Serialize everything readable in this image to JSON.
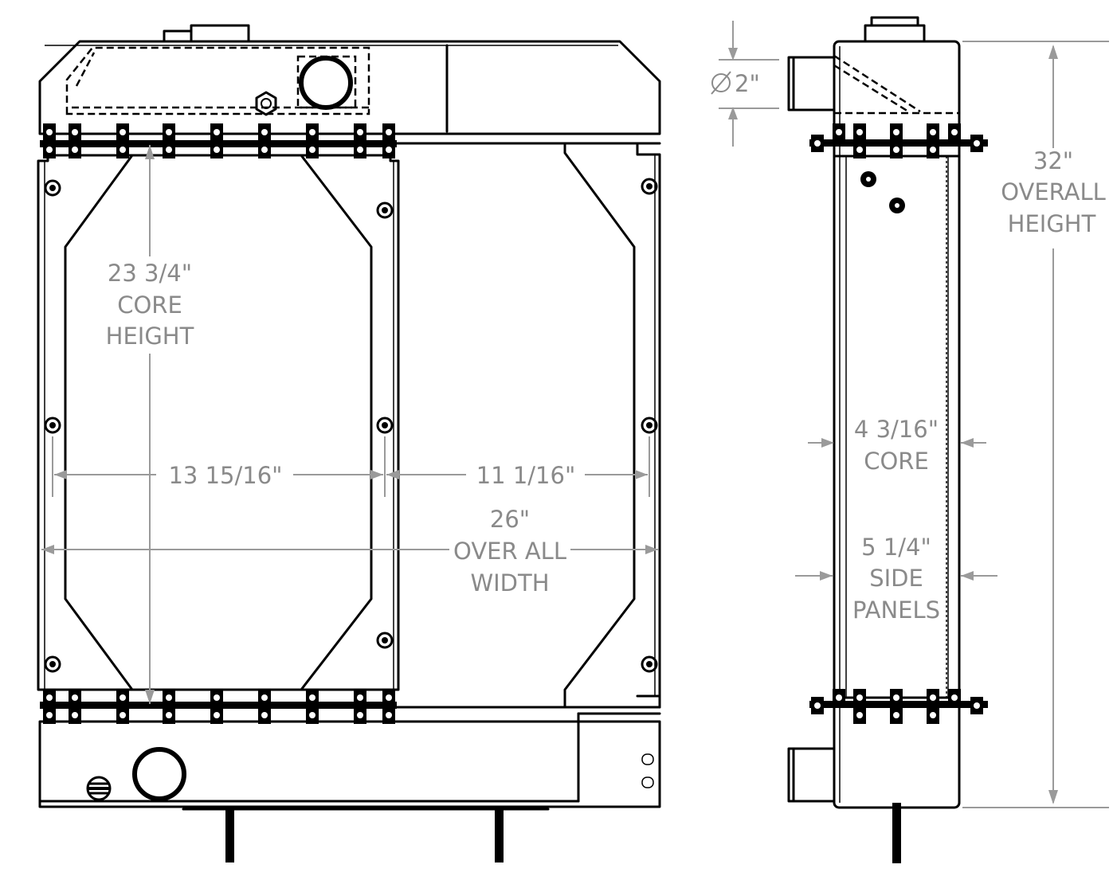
{
  "dimensions": {
    "pipe_diameter": "2\"",
    "overall_height": {
      "value": "32\"",
      "line1": "OVERALL",
      "line2": "HEIGHT"
    },
    "core_height": {
      "value": "23 3/4\"",
      "line1": "CORE",
      "line2": "HEIGHT"
    },
    "left_core_width": "13 15/16\"",
    "right_core_width": "11 1/16\"",
    "overall_width": {
      "value": "26\"",
      "line1": "OVER ALL",
      "line2": "WIDTH"
    },
    "core_depth": {
      "value": "4 3/16\"",
      "line1": "CORE"
    },
    "side_panels": {
      "value": "5 1/4\"",
      "line1": "SIDE",
      "line2": "PANELS"
    }
  },
  "symbols": {
    "diameter": "diameter-symbol"
  }
}
